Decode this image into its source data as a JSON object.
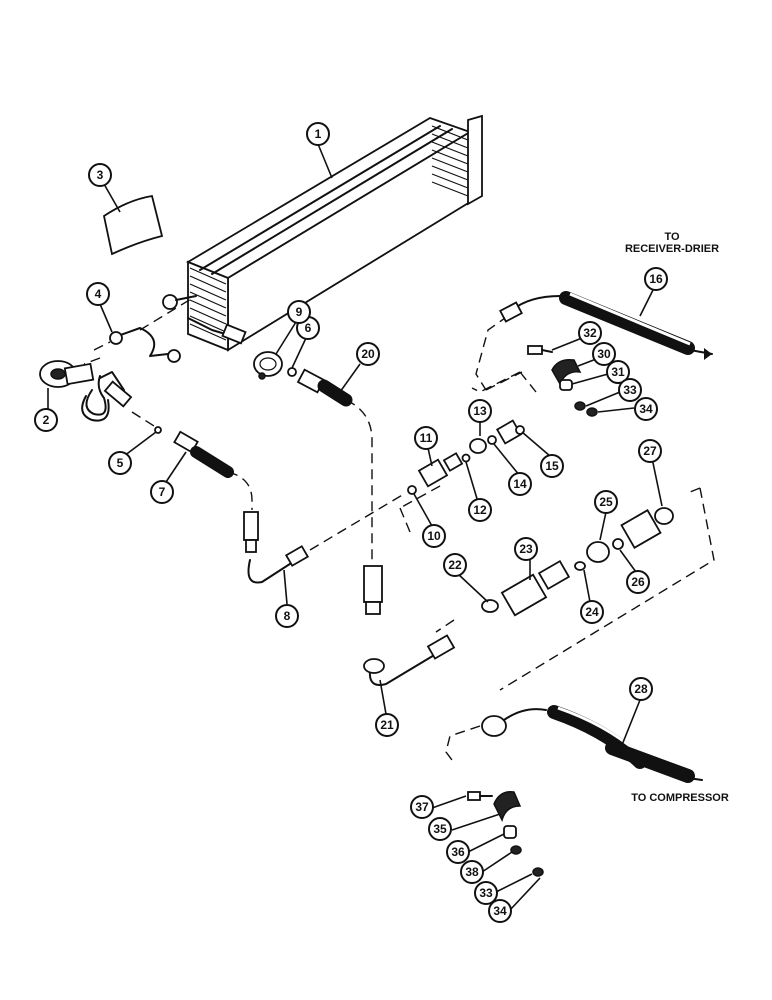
{
  "labels": {
    "to": "TO",
    "receiver_drier": "RECEIVER-DRIER",
    "to_compressor": "TO COMPRESSOR"
  },
  "callouts": [
    {
      "id": "c1",
      "text": "1"
    },
    {
      "id": "c2",
      "text": "2"
    },
    {
      "id": "c3",
      "text": "3"
    },
    {
      "id": "c4",
      "text": "4"
    },
    {
      "id": "c5",
      "text": "5"
    },
    {
      "id": "c6",
      "text": "6"
    },
    {
      "id": "c7",
      "text": "7"
    },
    {
      "id": "c8",
      "text": "8"
    },
    {
      "id": "c9",
      "text": "9"
    },
    {
      "id": "c10",
      "text": "10"
    },
    {
      "id": "c11",
      "text": "11"
    },
    {
      "id": "c12",
      "text": "12"
    },
    {
      "id": "c13",
      "text": "13"
    },
    {
      "id": "c14",
      "text": "14"
    },
    {
      "id": "c15",
      "text": "15"
    },
    {
      "id": "c16",
      "text": "16"
    },
    {
      "id": "c20",
      "text": "20"
    },
    {
      "id": "c21",
      "text": "21"
    },
    {
      "id": "c22",
      "text": "22"
    },
    {
      "id": "c23",
      "text": "23"
    },
    {
      "id": "c24",
      "text": "24"
    },
    {
      "id": "c25",
      "text": "25"
    },
    {
      "id": "c26",
      "text": "26"
    },
    {
      "id": "c27",
      "text": "27"
    },
    {
      "id": "c28",
      "text": "28"
    },
    {
      "id": "c30",
      "text": "30"
    },
    {
      "id": "c31",
      "text": "31"
    },
    {
      "id": "c32",
      "text": "32"
    },
    {
      "id": "c33a",
      "text": "33"
    },
    {
      "id": "c34a",
      "text": "34"
    },
    {
      "id": "c35",
      "text": "35"
    },
    {
      "id": "c36",
      "text": "36"
    },
    {
      "id": "c37",
      "text": "37"
    },
    {
      "id": "c38",
      "text": "38"
    },
    {
      "id": "c33b",
      "text": "33"
    },
    {
      "id": "c34b",
      "text": "34"
    }
  ]
}
